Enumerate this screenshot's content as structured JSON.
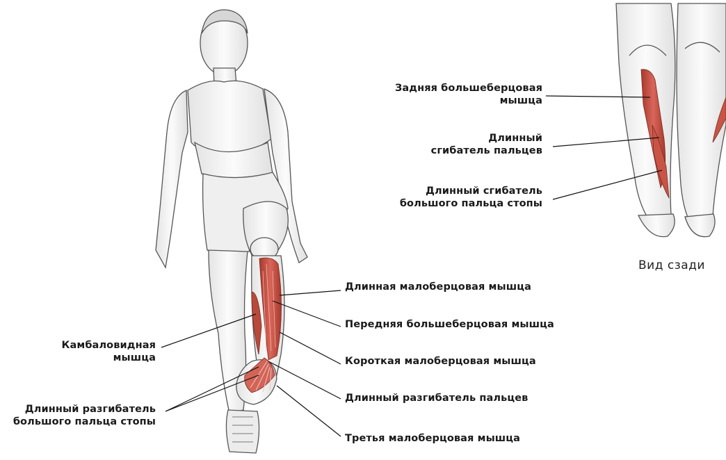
{
  "labels": {
    "posterior_tibialis": [
      "Задняя большеберцовая",
      "мышца"
    ],
    "flexor_digitorum_longus": [
      "Длинный",
      "сгибатель пальцев"
    ],
    "flexor_hallucis_longus": [
      "Длинный сгибатель",
      "большого пальца стопы"
    ],
    "view_caption": "Вид сзади",
    "peroneus_longus": "Длинная малоберцовая мышца",
    "tibialis_anterior": "Передняя большеберцовая мышца",
    "peroneus_brevis": "Короткая малоберцовая мышца",
    "extensor_digitorum_longus": "Длинный разгибатель пальцев",
    "peroneus_tertius": "Третья малоберцовая мышца",
    "soleus": [
      "Камбаловидная",
      "мышца"
    ],
    "extensor_hallucis_longus": [
      "Длинный разгибатель",
      "большого пальца стопы"
    ]
  },
  "colors": {
    "muscle_red": "#c24a3a",
    "leader_line": "#111111",
    "sketch_line": "#555555"
  }
}
